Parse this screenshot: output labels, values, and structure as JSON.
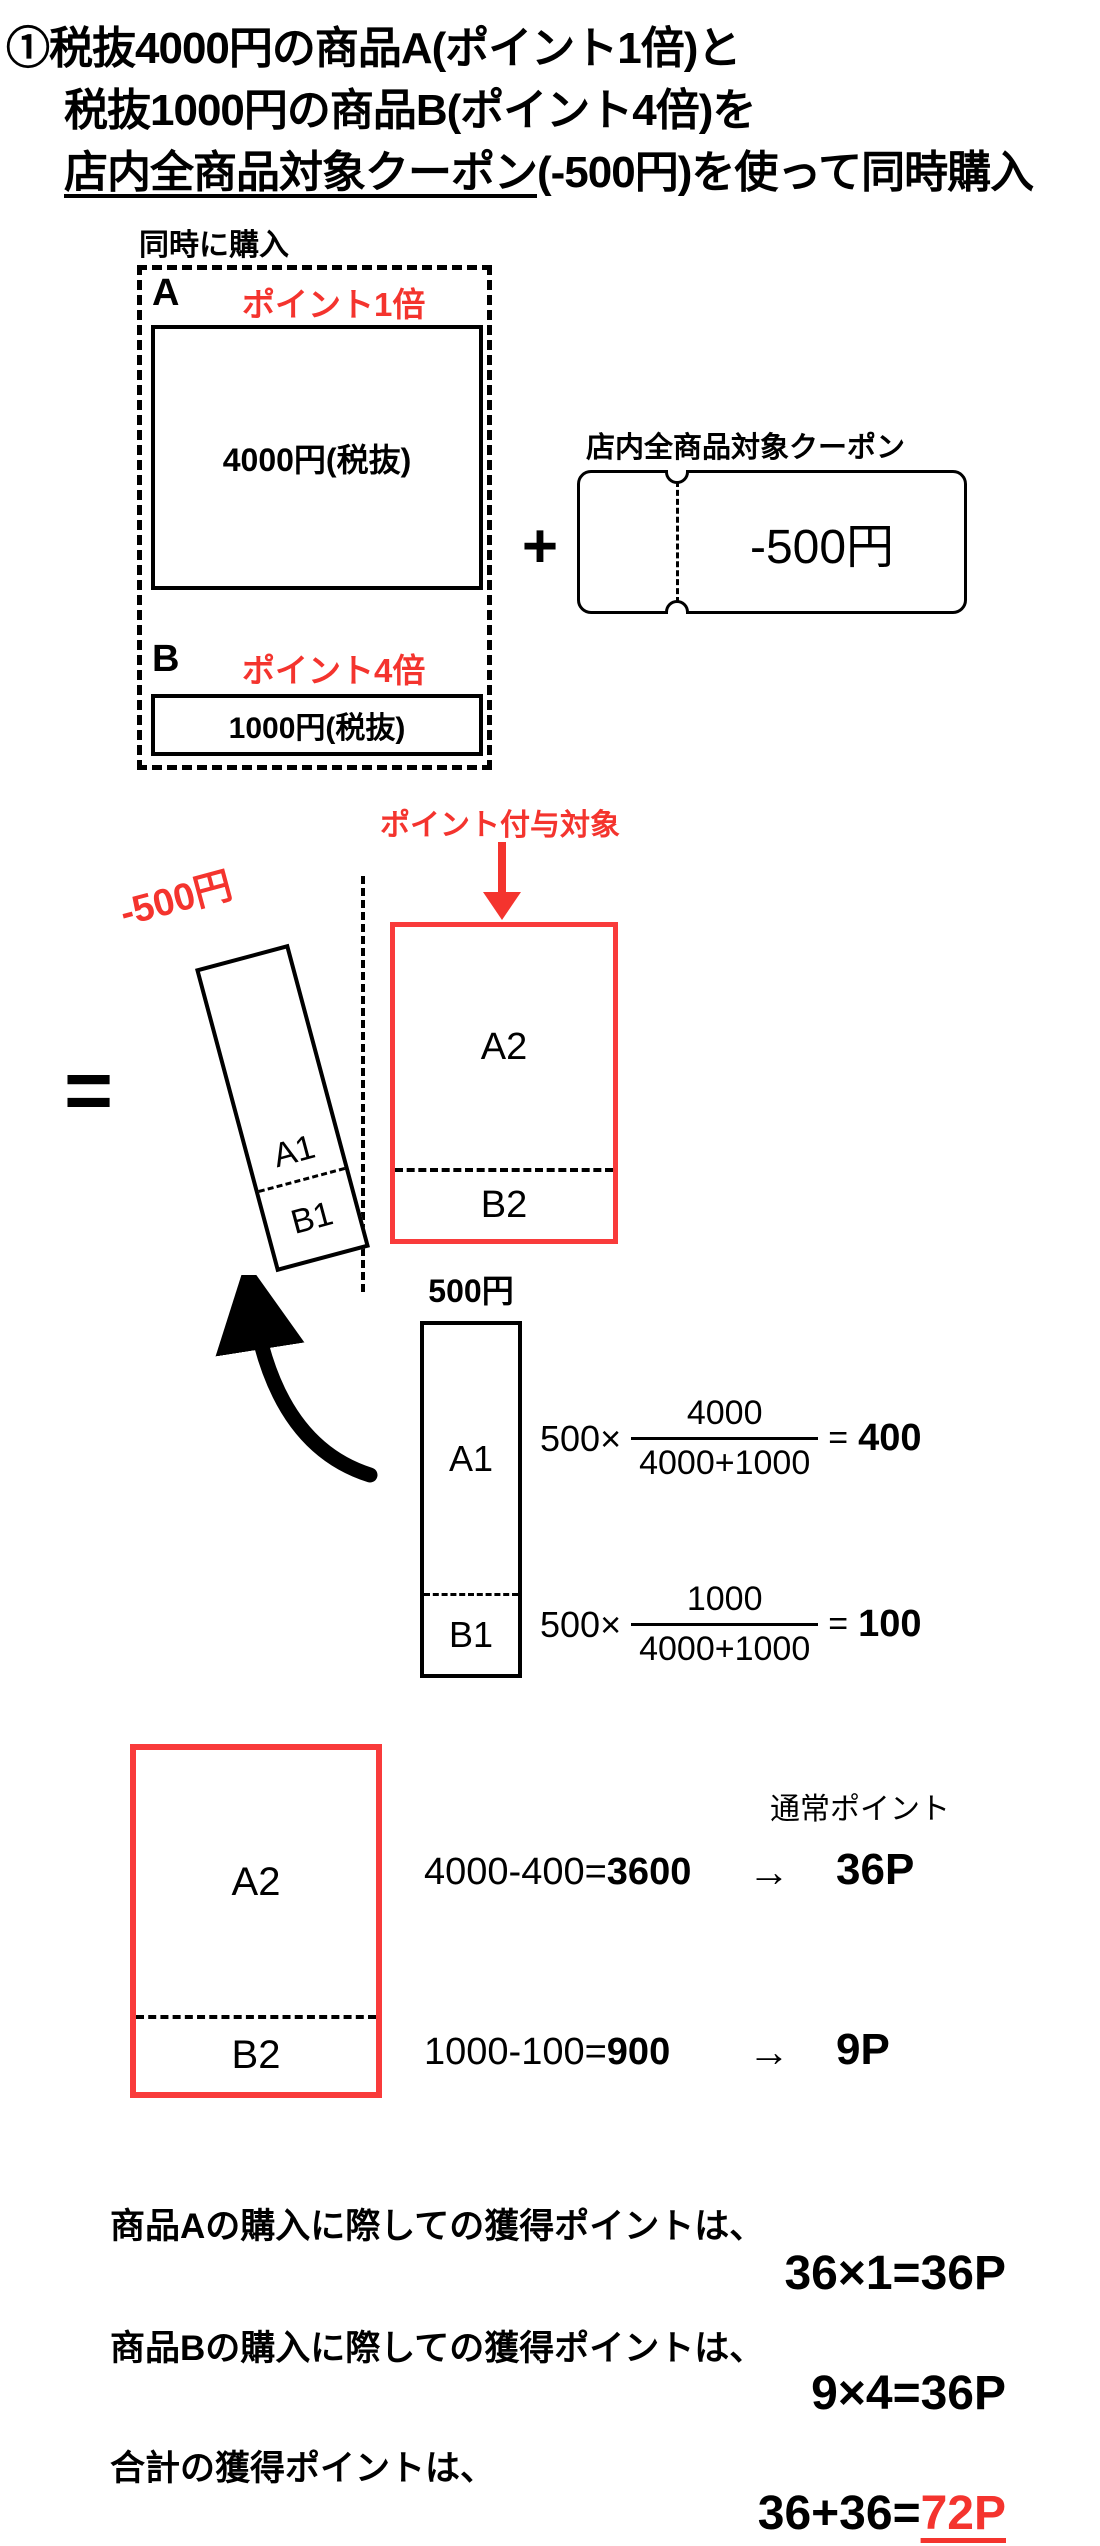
{
  "colors": {
    "text_red": "#f4342e",
    "box_red": "#f93b3b",
    "black": "#000000"
  },
  "header": {
    "line1": "①税抜4000円の商品A(ポイント1倍)と",
    "line2": "税抜1000円の商品B(ポイント4倍)を",
    "line3_underline": "店内全商品対象クーポン",
    "line3_rest": "(-500円)を使って同時購入"
  },
  "purchase": {
    "group_label": "同時に購入",
    "a": {
      "id": "A",
      "rate": "ポイント1倍",
      "price": "4000円(税抜)"
    },
    "b": {
      "id": "B",
      "rate": "ポイント4倍",
      "price": "1000円(税抜)"
    }
  },
  "plus": "+",
  "coupon": {
    "label": "店内全商品対象クーポン",
    "value": "-500円"
  },
  "points_target": "ポイント付与対象",
  "equals": "=",
  "split": {
    "discount_label": "-500円",
    "a1": "A1",
    "b1": "B1",
    "a2": "A2",
    "b2": "B2"
  },
  "alloc": {
    "label": "500円",
    "a1": "A1",
    "b1": "B1",
    "fa": {
      "lead": "500×",
      "num": "4000",
      "den": "4000+1000",
      "eq": "=",
      "res": "400"
    },
    "fb": {
      "lead": "500×",
      "num": "1000",
      "den": "4000+1000",
      "eq": "=",
      "res": "100"
    }
  },
  "result": {
    "a2": "A2",
    "b2": "B2",
    "header": "通常ポイント",
    "row_a": {
      "expr": "4000-400=",
      "res": "3600",
      "arrow": "→",
      "pts": "36P"
    },
    "row_b": {
      "expr": "1000-100=",
      "res": "900",
      "arrow": "→",
      "pts": "9P"
    }
  },
  "summary": {
    "line_a": "商品Aの購入に際しての獲得ポイントは、",
    "calc_a": "36×1=36P",
    "line_b": "商品Bの購入に際しての獲得ポイントは、",
    "calc_b": "9×4=36P",
    "line_total": "合計の獲得ポイントは、",
    "calc_total_prefix": "36+36=",
    "calc_total_result": "72P"
  }
}
